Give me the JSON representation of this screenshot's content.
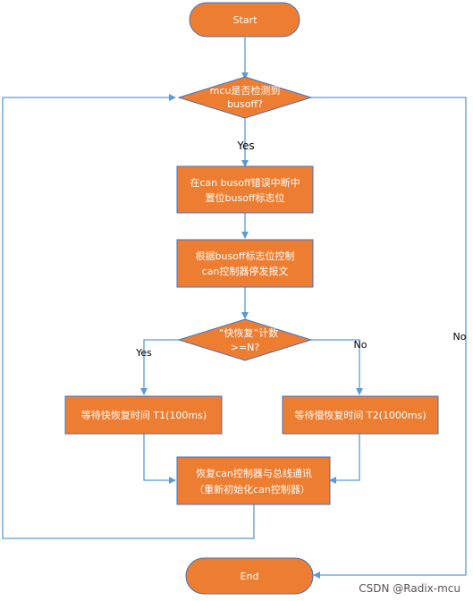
{
  "colors": {
    "node_fill": "#ed7d31",
    "node_stroke": "#4472c4",
    "edge": "#5b9bd5",
    "text": "#ffffff"
  },
  "nodes": {
    "start": "Start",
    "decision_busoff_line1": "mcu是否检测到",
    "decision_busoff_line2": "busoff?",
    "set_flag_line1": "在can busoff错误中断中",
    "set_flag_line2": "置位busoff标志位",
    "stop_tx_line1": "根据busoff标志位控制",
    "stop_tx_line2": "can控制器停发报文",
    "decision_fast_line1": "“快恢复”计数",
    "decision_fast_line2": ">=N?",
    "wait_fast": "等待快恢复时间 T1(100ms)",
    "wait_slow": "等待慢恢复时间 T2(1000ms)",
    "restore_line1": "恢复can控制器与总线通讯",
    "restore_line2": "（重新初始化can控制器）",
    "end": "End"
  },
  "edge_labels": {
    "yes_main": "Yes",
    "yes_fast": "Yes",
    "no_fast": "No",
    "no_main": "No"
  },
  "watermark": "CSDN @Radix-mcu"
}
